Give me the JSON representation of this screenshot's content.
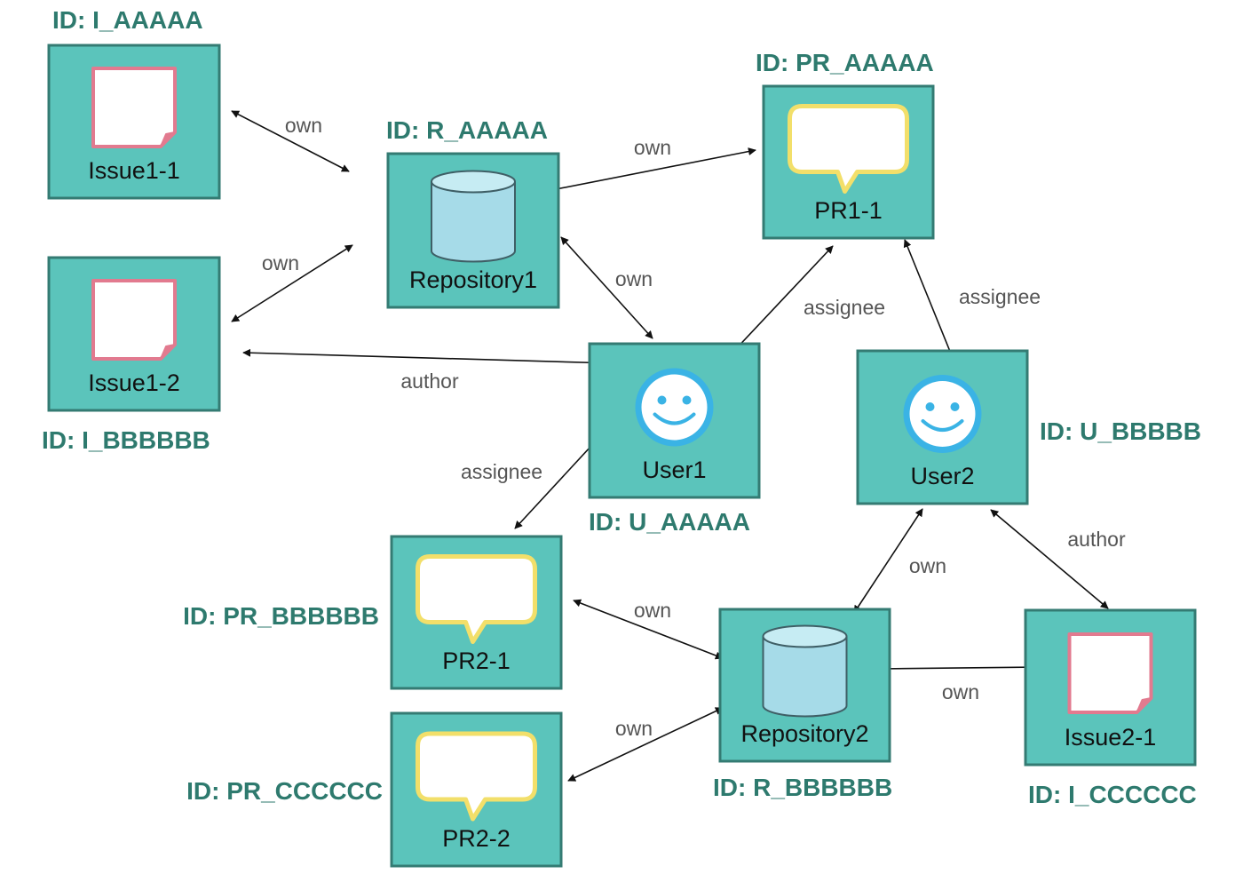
{
  "colors": {
    "box_fill": "#5bc4bb",
    "box_stroke": "#347b73",
    "id_text": "#2e7a6e",
    "edge": "#111111",
    "edge_label": "#555555",
    "issue_icon_stroke": "#e27a8f",
    "pr_icon_stroke": "#f2df6a",
    "repo_icon_fill": "#a6dbe8",
    "user_icon_fill": "#3ab3e5"
  },
  "nodes": [
    {
      "key": "issue1_1",
      "label": "Issue1-1",
      "id_text": "ID: I_AAAAA",
      "icon": "issue-icon"
    },
    {
      "key": "issue1_2",
      "label": "Issue1-2",
      "id_text": "ID: I_BBBBBB",
      "icon": "issue-icon"
    },
    {
      "key": "repository1",
      "label": "Repository1",
      "id_text": "ID: R_AAAAA",
      "icon": "database-icon"
    },
    {
      "key": "pr1_1",
      "label": "PR1-1",
      "id_text": "ID: PR_AAAAA",
      "icon": "speech-bubble-icon"
    },
    {
      "key": "user1",
      "label": "User1",
      "id_text": "ID: U_AAAAA",
      "icon": "smiley-icon"
    },
    {
      "key": "user2",
      "label": "User2",
      "id_text": "ID: U_BBBBB",
      "icon": "smiley-icon"
    },
    {
      "key": "pr2_1",
      "label": "PR2-1",
      "id_text": "ID: PR_BBBBBB",
      "icon": "speech-bubble-icon"
    },
    {
      "key": "pr2_2",
      "label": "PR2-2",
      "id_text": "ID: PR_CCCCCC",
      "icon": "speech-bubble-icon"
    },
    {
      "key": "repository2",
      "label": "Repository2",
      "id_text": "ID: R_BBBBBB",
      "icon": "database-icon"
    },
    {
      "key": "issue2_1",
      "label": "Issue2-1",
      "id_text": "ID: I_CCCCCC",
      "icon": "issue-icon"
    }
  ],
  "edges": [
    {
      "from": "issue1_1",
      "to": "repository1",
      "label": "own"
    },
    {
      "from": "issue1_2",
      "to": "repository1",
      "label": "own"
    },
    {
      "from": "repository1",
      "to": "pr1_1",
      "label": "own"
    },
    {
      "from": "repository1",
      "to": "user1",
      "label": "own"
    },
    {
      "from": "user1",
      "to": "pr1_1",
      "label": "assignee"
    },
    {
      "from": "pr1_1",
      "to": "user2",
      "label": "assignee"
    },
    {
      "from": "issue1_2",
      "to": "user1",
      "label": "author"
    },
    {
      "from": "user1",
      "to": "pr2_1",
      "label": "assignee"
    },
    {
      "from": "user2",
      "to": "repository2",
      "label": "own"
    },
    {
      "from": "user2",
      "to": "issue2_1",
      "label": "author"
    },
    {
      "from": "pr2_1",
      "to": "repository2",
      "label": "own"
    },
    {
      "from": "repository2",
      "to": "issue2_1",
      "label": "own"
    },
    {
      "from": "pr2_2",
      "to": "repository2",
      "label": "own"
    }
  ]
}
